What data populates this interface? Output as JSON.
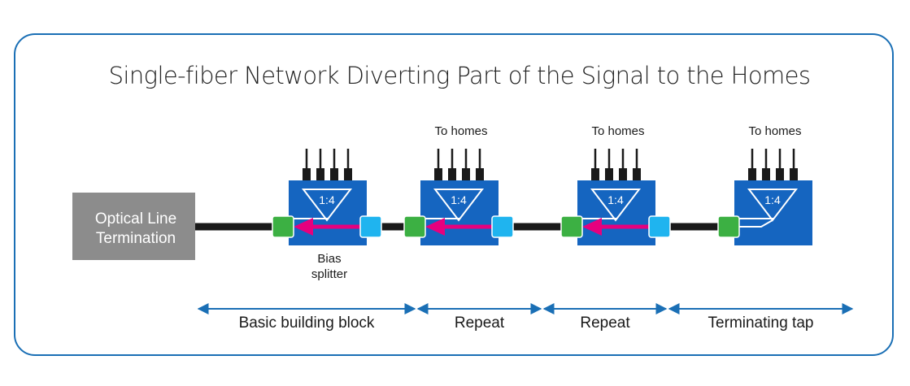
{
  "title": "Single-fiber Network Diverting Part of the Signal to the Homes",
  "olt_label_line1": "Optical Line",
  "olt_label_line2": "Termination",
  "ratio_label": "1:4",
  "to_homes": "To homes",
  "bias_splitter_line1": "Bias",
  "bias_splitter_line2": "splitter",
  "segments": [
    "Basic building block",
    "Repeat",
    "Repeat",
    "Terminating tap"
  ],
  "colors": {
    "frame": "#1a6fb5",
    "tap_blue": "#1565c0",
    "olt_gray": "#8c8c8c",
    "port_green": "#3cb043",
    "port_cyan": "#1fb4ef",
    "arrow_magenta": "#e6007e",
    "fiber": "#1a1a1a"
  }
}
